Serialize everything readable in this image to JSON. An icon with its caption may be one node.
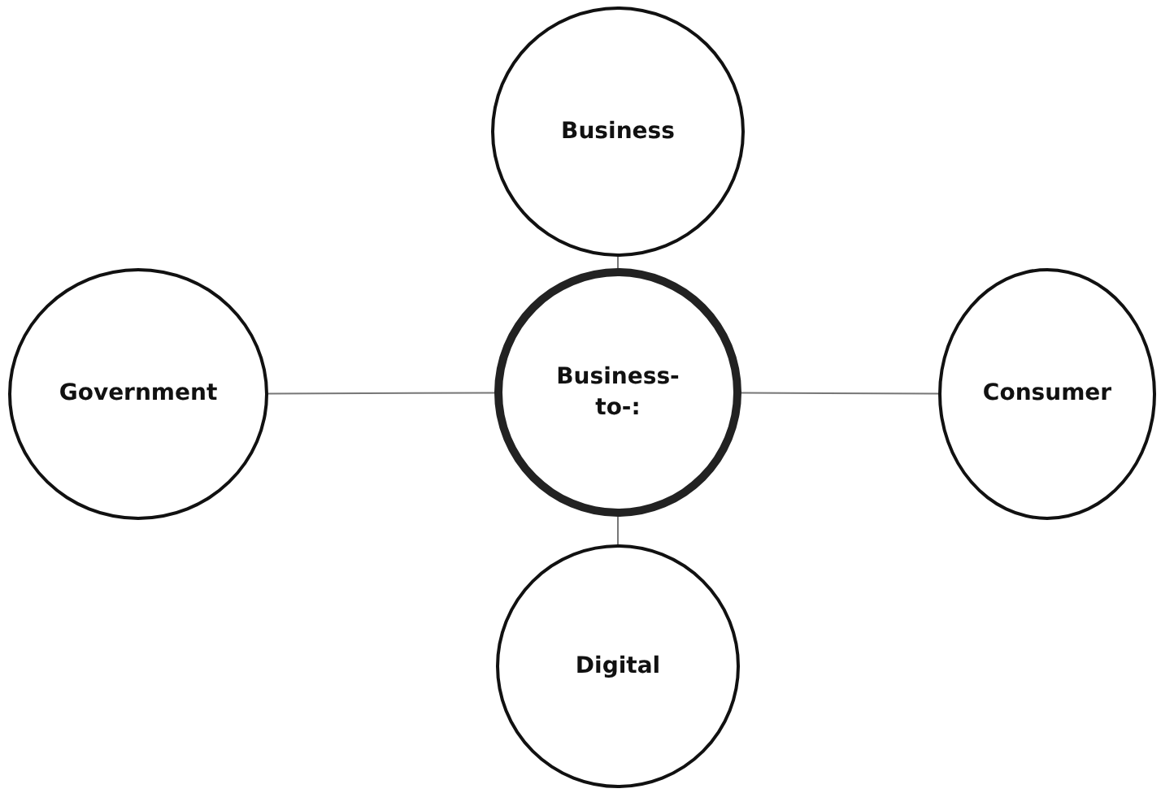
{
  "diagram": {
    "nodes": [
      {
        "text": [
          "Business"
        ]
      },
      {
        "text": [
          "Government"
        ]
      },
      {
        "text": [
          "Business-to-:"
        ]
      },
      {
        "text": [
          "Consumer"
        ]
      },
      {
        "text": [
          "Digital"
        ]
      }
    ],
    "edges": [
      {
        "from": 2,
        "to": 0,
        "arrow": "none"
      },
      {
        "from": 1,
        "to": 2,
        "arrow": "none"
      },
      {
        "from": 2,
        "to": 3,
        "arrow": "none"
      },
      {
        "from": 2,
        "to": 4,
        "arrow": "none"
      }
    ]
  }
}
